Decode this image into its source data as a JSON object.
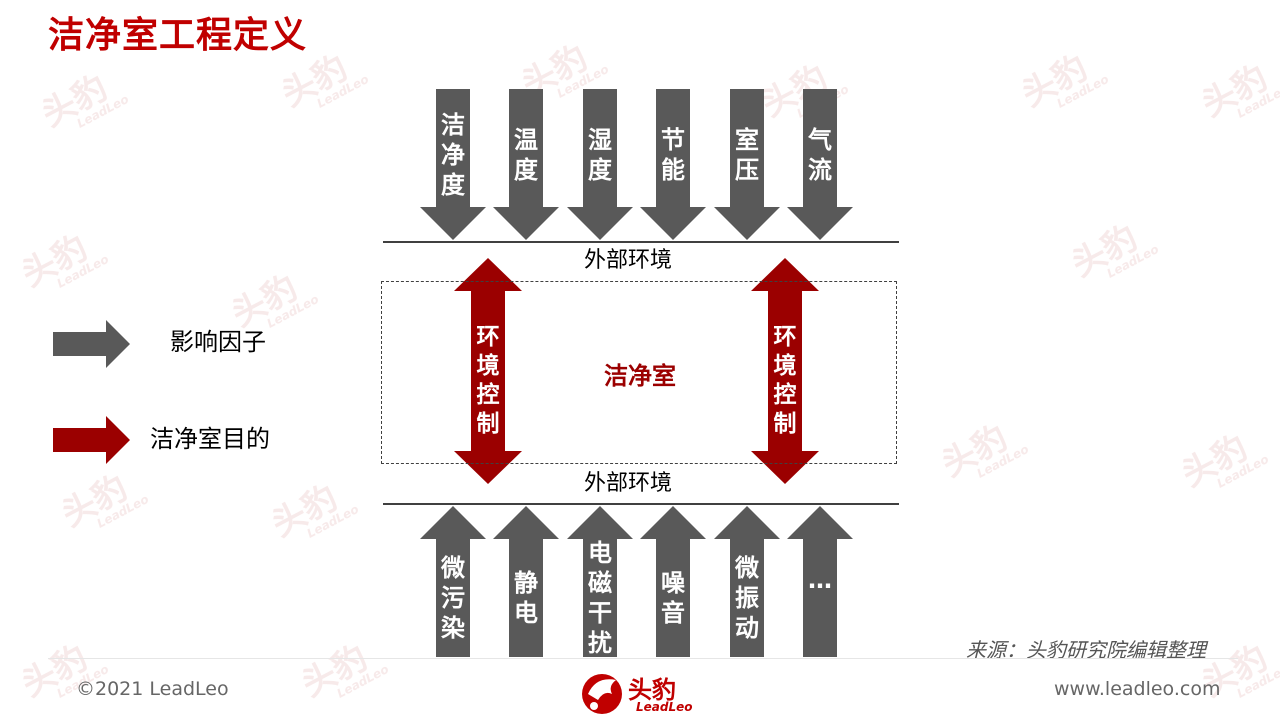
{
  "title": "洁净室工程定义",
  "top_factors": [
    {
      "chars": [
        "洁",
        "净",
        "度"
      ]
    },
    {
      "chars": [
        "温",
        "度"
      ]
    },
    {
      "chars": [
        "湿",
        "度"
      ]
    },
    {
      "chars": [
        "节",
        "能"
      ]
    },
    {
      "chars": [
        "室",
        "压"
      ]
    },
    {
      "chars": [
        "气",
        "流"
      ]
    }
  ],
  "bottom_factors": [
    {
      "chars": [
        "微",
        "污",
        "染"
      ]
    },
    {
      "chars": [
        "静",
        "电"
      ]
    },
    {
      "chars": [
        "电",
        "磁",
        "干",
        "扰"
      ]
    },
    {
      "chars": [
        "噪",
        "音"
      ]
    },
    {
      "chars": [
        "微",
        "振",
        "动"
      ]
    },
    {
      "chars": [
        "…"
      ]
    }
  ],
  "external_env_top": "外部环境",
  "external_env_bottom": "外部环境",
  "cleanroom_label": "洁净室",
  "env_control_left": [
    "环",
    "境",
    "控",
    "制"
  ],
  "env_control_right": [
    "环",
    "境",
    "控",
    "制"
  ],
  "legend": {
    "factor_label": "影响因子",
    "purpose_label": "洁净室目的"
  },
  "source": "来源：头豹研究院编辑整理",
  "footer": {
    "copyright": "©2021 LeadLeo",
    "website": "www.leadleo.com",
    "logo_cn": "头豹",
    "logo_en": "LeadLeo"
  },
  "colors": {
    "title": "#c00000",
    "grey_arrow": "#595959",
    "red_arrow": "#9b0000"
  }
}
